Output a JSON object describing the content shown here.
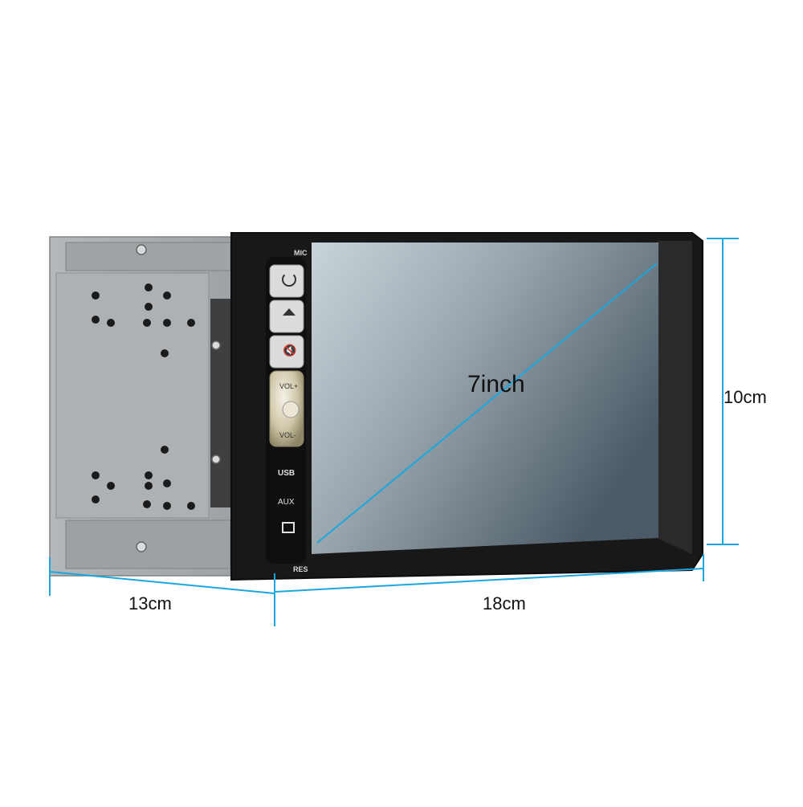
{
  "product": {
    "screen_size": "7inch",
    "dimensions": {
      "width": "18cm",
      "depth": "13cm",
      "height": "10cm"
    },
    "panel_labels": {
      "mic": "MIC",
      "reset": "RES",
      "vol_up": "VOL+",
      "vol_down": "VOL-",
      "usb": "USB",
      "aux": "AUX"
    },
    "icons": [
      "power-icon",
      "home-icon",
      "mute-icon",
      "usb-icon",
      "media-icon"
    ]
  },
  "colors": {
    "dimension_line": "#1aa7df",
    "bezel": "#1a1a1a",
    "screen_light": "#c9d3da",
    "screen_dark": "#4b5a66",
    "chassis": "#a9adb0"
  }
}
